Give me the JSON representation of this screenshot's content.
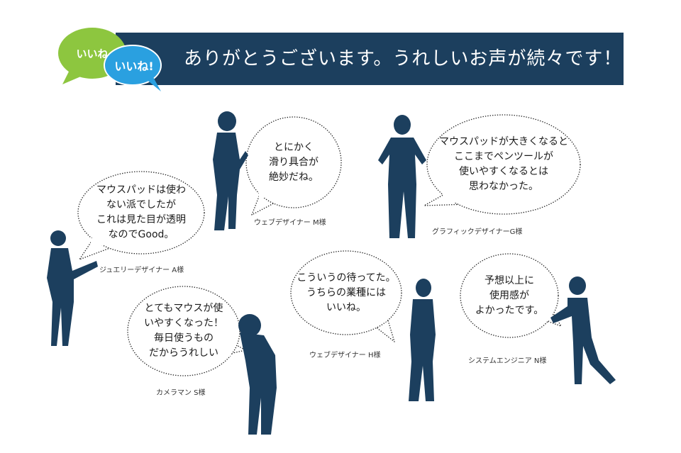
{
  "header": {
    "title": "ありがとうございます。うれしいお声が続々です！",
    "sticker_green": "いいね",
    "sticker_blue": "いいね!",
    "colors": {
      "banner": "#1c3f5e",
      "green": "#8dc63f",
      "blue": "#2aa0e0",
      "silhouette": "#1c3f5e"
    }
  },
  "testimonials": [
    {
      "id": "a",
      "lines": [
        "マウスパッドは使わ",
        "ない派でしたが",
        "これは見た目が透明",
        "なのでGood。"
      ],
      "author": "ジュエリーデザイナー A様"
    },
    {
      "id": "m",
      "lines": [
        "とにかく",
        "滑り具合が",
        "絶妙だね。"
      ],
      "author": "ウェブデザイナー M様"
    },
    {
      "id": "g",
      "lines": [
        "マウスパッドが大きくなると",
        "ここまでペンツールが",
        "使いやすくなるとは",
        "思わなかった。"
      ],
      "author": "グラフィックデザイナーG様"
    },
    {
      "id": "s",
      "lines": [
        "とてもマウスが使",
        "いやすくなった！",
        "毎日使うもの",
        "だからうれしい"
      ],
      "author": "カメラマン S様"
    },
    {
      "id": "h",
      "lines": [
        "こういうの待ってた。",
        "うちらの業種には",
        "いいね。"
      ],
      "author": "ウェブデザイナー H様"
    },
    {
      "id": "n",
      "lines": [
        "予想以上に",
        "使用感が",
        "よかったです。"
      ],
      "author": "システムエンジニア N様"
    }
  ]
}
